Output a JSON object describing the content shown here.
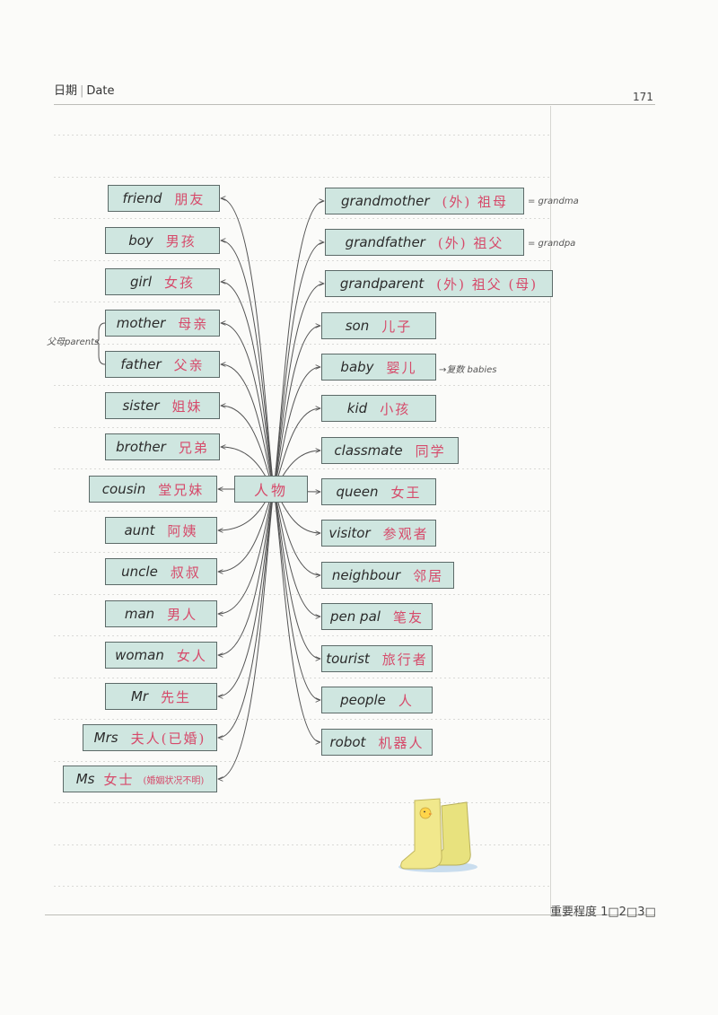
{
  "header": {
    "date_cn": "日期",
    "date_en": "Date",
    "page_number": "171"
  },
  "center": "人物",
  "left_items": [
    {
      "en": "friend",
      "zh": "朋友"
    },
    {
      "en": "boy",
      "zh": "男孩"
    },
    {
      "en": "girl",
      "zh": "女孩"
    },
    {
      "en": "mother",
      "zh": "母亲"
    },
    {
      "en": "father",
      "zh": "父亲"
    },
    {
      "en": "sister",
      "zh": "姐妹"
    },
    {
      "en": "brother",
      "zh": "兄弟"
    },
    {
      "en": "cousin",
      "zh": "堂兄妹"
    },
    {
      "en": "aunt",
      "zh": "阿姨"
    },
    {
      "en": "uncle",
      "zh": "叔叔"
    },
    {
      "en": "man",
      "zh": "男人"
    },
    {
      "en": "woman",
      "zh": "女人"
    },
    {
      "en": "Mr",
      "zh": "先生"
    },
    {
      "en": "Mrs",
      "zh": "夫人(已婚)"
    },
    {
      "en": "Ms",
      "zh": "女士",
      "zh_note": "(婚姻状况不明)"
    }
  ],
  "right_items": [
    {
      "en": "grandmother",
      "zh": "(外) 祖母"
    },
    {
      "en": "grandfather",
      "zh": "(外) 祖父"
    },
    {
      "en": "grandparent",
      "zh": "(外) 祖父 (母)"
    },
    {
      "en": "son",
      "zh": "儿子"
    },
    {
      "en": "baby",
      "zh": "婴儿"
    },
    {
      "en": "kid",
      "zh": "小孩"
    },
    {
      "en": "classmate",
      "zh": "同学"
    },
    {
      "en": "queen",
      "zh": "女王"
    },
    {
      "en": "visitor",
      "zh": "参观者"
    },
    {
      "en": "neighbour",
      "zh": "邻居"
    },
    {
      "en": "pen pal",
      "zh": "笔友"
    },
    {
      "en": "tourist",
      "zh": "旅行者"
    },
    {
      "en": "people",
      "zh": "人"
    },
    {
      "en": "robot",
      "zh": "机器人"
    }
  ],
  "notes": {
    "parents": "父母parents",
    "grandma": "= grandma",
    "grandpa": "= grandpa",
    "babies": "→复数 babies"
  },
  "footer": {
    "importance": "重要程度 1□2□3□"
  },
  "colors": {
    "box_fill": "#cfe6e0",
    "zh_text": "#d64a6a",
    "box_border": "#5c6a68"
  }
}
